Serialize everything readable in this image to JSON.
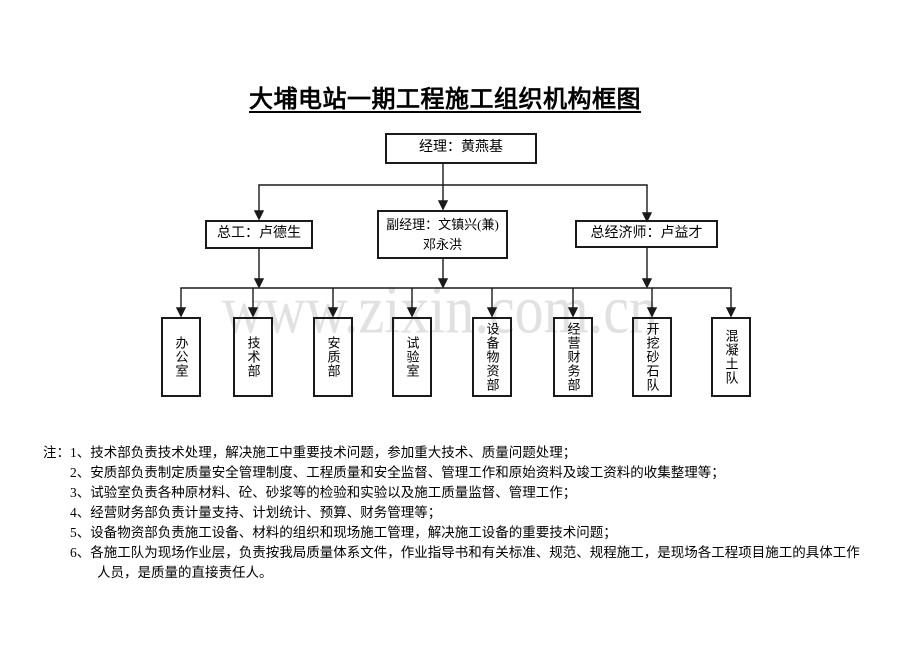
{
  "title": "大埔电站一期工程施工组织机构框图",
  "watermark": "www.zixin.com.cn",
  "org_chart": {
    "manager": {
      "label": "经理：黄燕基"
    },
    "level2": [
      {
        "label": "总工：卢德生"
      },
      {
        "label_line1": "副经理：文镇兴(兼)",
        "label_line2": "邓永洪"
      },
      {
        "label": "总经济师：卢益才"
      }
    ],
    "departments": [
      {
        "label": "办公室"
      },
      {
        "label": "技术部"
      },
      {
        "label": "安质部"
      },
      {
        "label": "试验室"
      },
      {
        "label": "设备物资部"
      },
      {
        "label": "经营财务部"
      },
      {
        "label": "开挖砂石队"
      },
      {
        "label": "混凝土队"
      }
    ]
  },
  "notes": {
    "prefix": "注：",
    "lines": [
      "1、技术部负责技术处理，解决施工中重要技术问题，参加重大技术、质量问题处理；",
      "2、安质部负责制定质量安全管理制度、工程质量和安全监督、管理工作和原始资料及竣工资料的收集整理等；",
      "3、试验室负责各种原材料、砼、砂浆等的检验和实验以及施工质量监督、管理工作；",
      "4、经营财务部负责计量支持、计划统计、预算、财务管理等；",
      "5、设备物资部负责施工设备、材料的组织和现场施工管理，解决施工设备的重要技术问题；",
      "6、各施工队为现场作业层，负责按我局质量体系文件，作业指导书和有关标准、规范、规程施工，是现场各工程项目施工的具体工作",
      "人员，是质量的直接责任人。"
    ]
  },
  "colors": {
    "background": "#ffffff",
    "text": "#000000",
    "box_border": "#1a1a1a",
    "connector_line": "#1a1a1a",
    "watermark": "#e1e1e1"
  }
}
